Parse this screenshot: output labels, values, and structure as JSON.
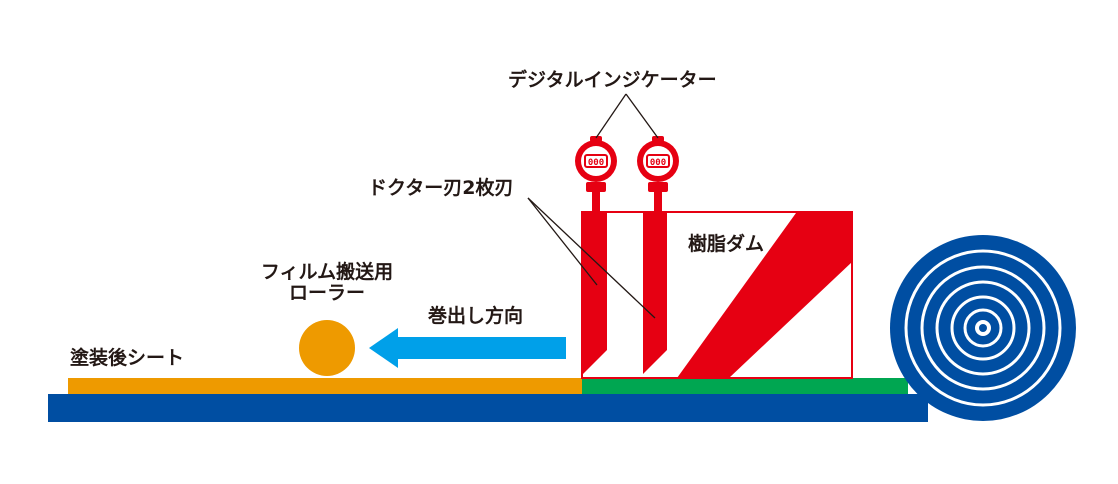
{
  "labels": {
    "digital_indicator": "デジタルインジケーター",
    "doctor_blade": "ドクター刃2枚刃",
    "resin_dam": "樹脂ダム",
    "film_roller_line1": "フィルム搬送用",
    "film_roller_line2": "ローラー",
    "unwind_direction": "巻出し方向",
    "coated_sheet": "塗装後シート"
  },
  "gauge_display": "000",
  "colors": {
    "base_strip": "#004ea2",
    "coated_layer": "#ee9a00",
    "uncoated_layer": "#00a651",
    "blade_red": "#e60012",
    "arrow_blue": "#00a0e9",
    "roller": "#ee9a00",
    "roll_blue": "#004ea2",
    "text": "#231815"
  },
  "icons": [
    "digital-indicator-gauge-icon",
    "direction-arrow-icon"
  ]
}
